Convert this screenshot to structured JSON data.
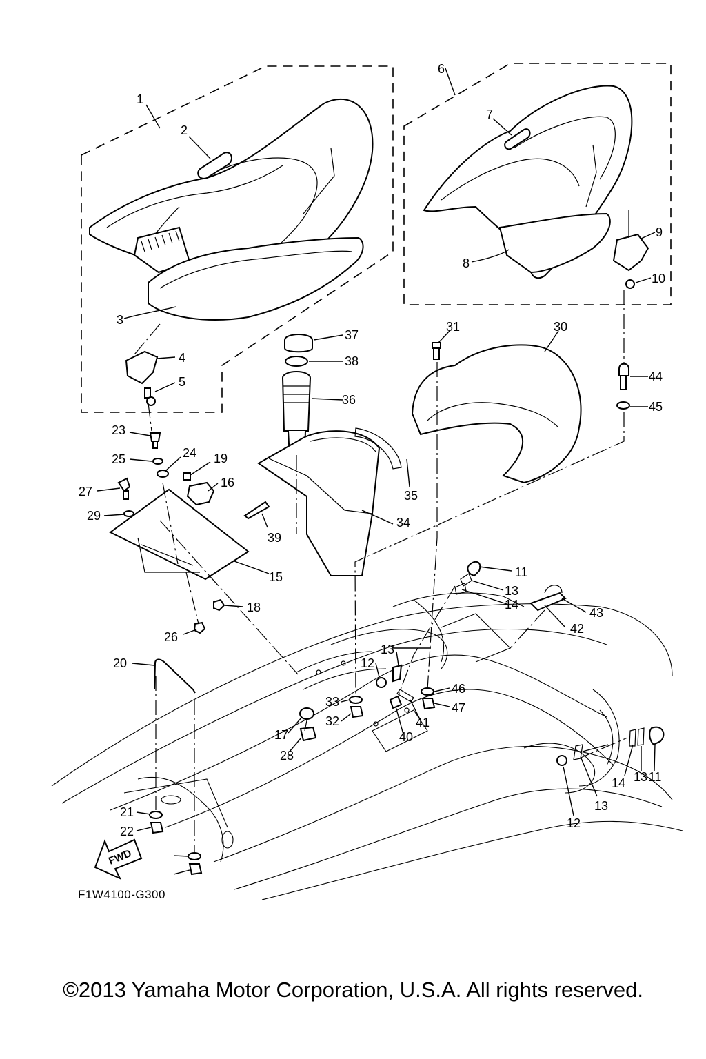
{
  "diagram": {
    "part_numbers": [
      "1",
      "2",
      "3",
      "4",
      "5",
      "6",
      "7",
      "8",
      "9",
      "10",
      "11",
      "12",
      "13",
      "14",
      "15",
      "16",
      "17",
      "18",
      "19",
      "20",
      "21",
      "22",
      "23",
      "24",
      "25",
      "26",
      "27",
      "28",
      "29",
      "30",
      "31",
      "32",
      "33",
      "34",
      "35",
      "36",
      "37",
      "38",
      "39",
      "40",
      "41",
      "42",
      "43",
      "44",
      "45",
      "46",
      "47"
    ],
    "fwd_label": "FWD",
    "figure_code": "F1W4100-G300"
  },
  "footer": {
    "copyright": "©2013 Yamaha Motor Corporation, U.S.A. All rights reserved."
  }
}
